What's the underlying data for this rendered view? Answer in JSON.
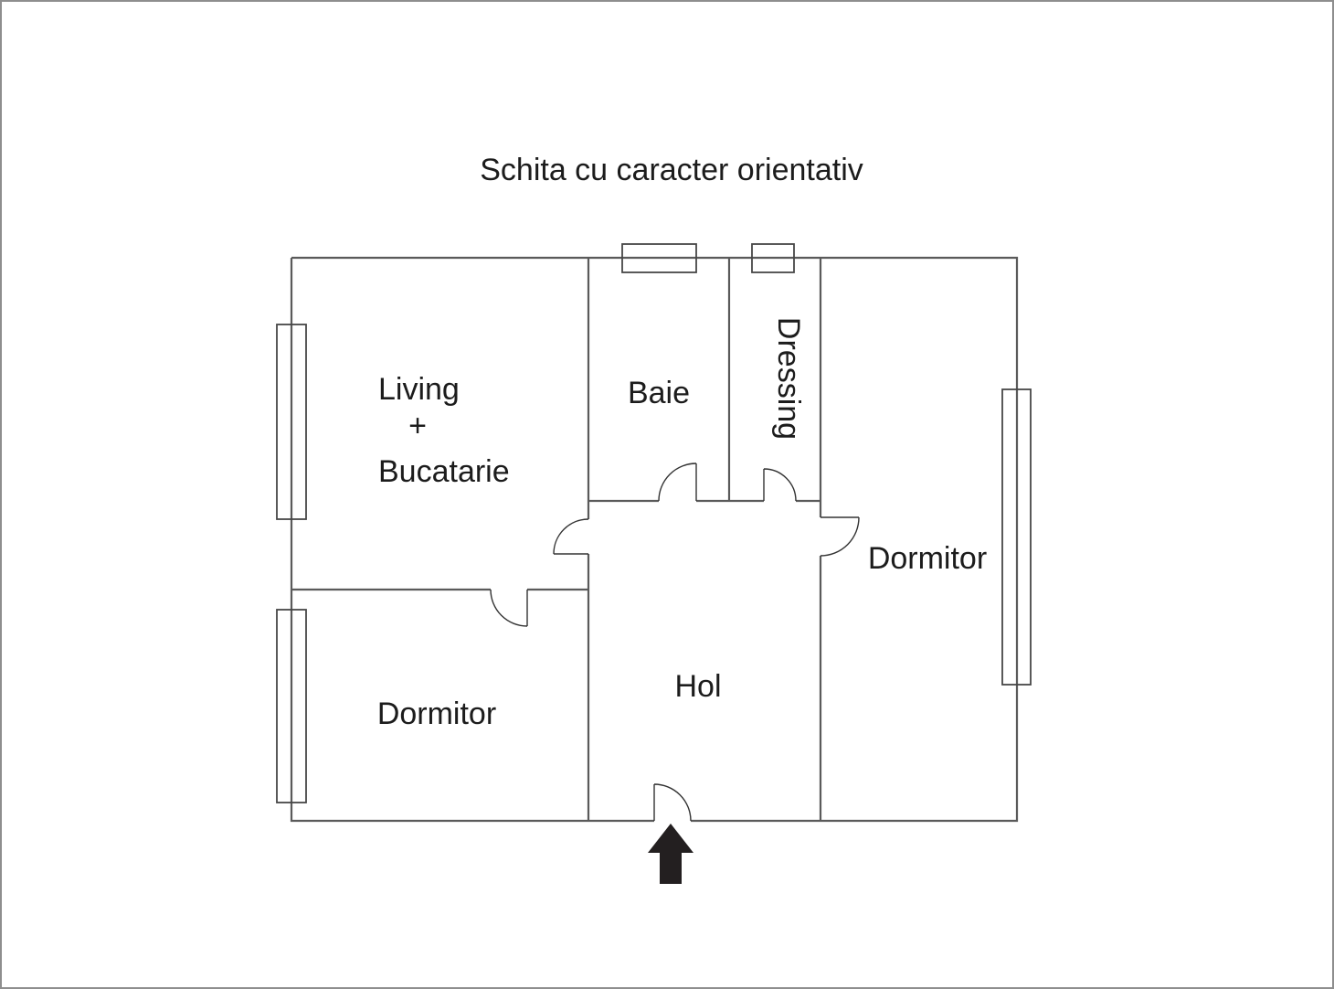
{
  "colors": {
    "frame": "#8e8e8e",
    "wall": "#5a5a5a",
    "door": "#333333",
    "window": "#474747",
    "text": "#1c1c1c",
    "arrow": "#231f20",
    "page": "#ffffff"
  },
  "plan": {
    "title": "Schita cu caracter orientativ",
    "rooms": [
      {
        "id": "living-bucatarie",
        "label_lines": [
          "Living",
          "+",
          "Bucatarie"
        ]
      },
      {
        "id": "baie",
        "label": "Baie"
      },
      {
        "id": "dressing",
        "label": "Dressing",
        "orientation": "vertical"
      },
      {
        "id": "dormitor-right",
        "label": "Dormitor"
      },
      {
        "id": "dormitor-left",
        "label": "Dormitor"
      },
      {
        "id": "hol",
        "label": "Hol"
      }
    ],
    "entrance_marker": "arrow-up"
  }
}
